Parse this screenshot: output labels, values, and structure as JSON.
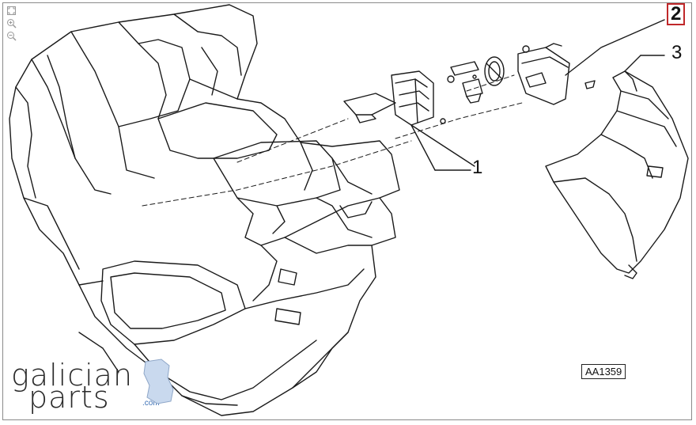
{
  "diagram": {
    "callouts": [
      {
        "id": "1",
        "label": "1"
      },
      {
        "id": "2",
        "label": "2"
      },
      {
        "id": "3",
        "label": "3"
      }
    ],
    "reference_code": "AA1359",
    "highlight_color": "#c0282a"
  },
  "toolbar": {
    "icons": [
      "fit-icon",
      "zoom-in-icon",
      "zoom-out-icon"
    ]
  },
  "logo": {
    "line1": "galician",
    "line2": "parts",
    "suffix": ".com",
    "accent_color": "#3a6fb5"
  }
}
